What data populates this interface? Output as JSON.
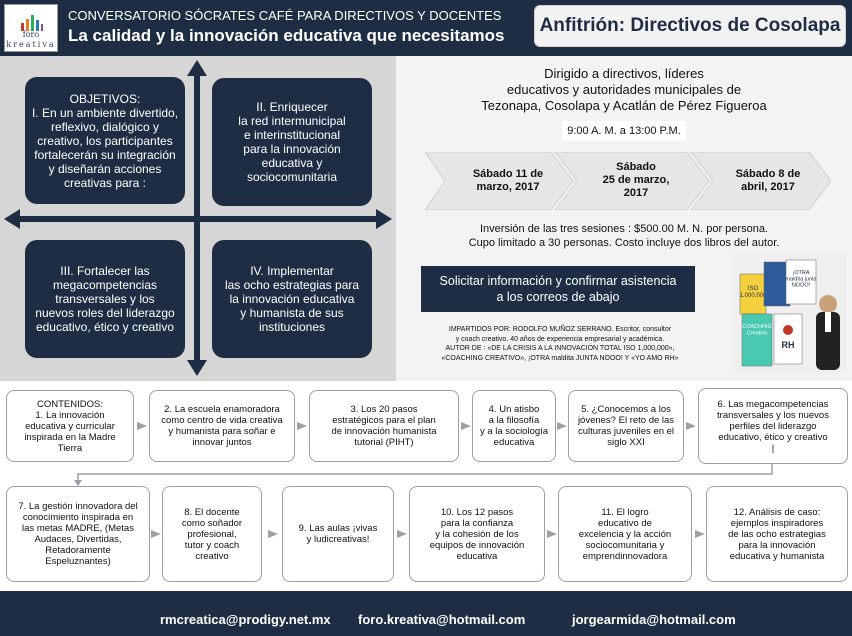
{
  "header": {
    "logo_text_1": "foro",
    "logo_text_2": "kreativa",
    "line1": "CONVERSATORIO  SÓCRATES CAFÉ PARA DIRECTIVOS Y DOCENTES",
    "line2": "La calidad y la innovación educativa que necesitamos",
    "host": "Anfitrión: Directivos de Cosolapa"
  },
  "objectives": [
    "OBJETIVOS:\nI. En un ambiente divertido, reflexivo, dialógico y creativo, los participantes fortalecerán su integración y diseñarán acciones creativas para :",
    "II. Enriquecer\nla red intermunicipal\ne interinstitucional\npara la innovación\neducativa y\nsociocomunitaria",
    "III. Fortalecer las\nmegacompetencias\ntransversales y los\nnuevos roles del liderazgo\neducativo, ético y creativo",
    "IV. Implementar\nlas ocho estrategias para\nla innovación educativa\ny humanista de sus\ninstituciones"
  ],
  "audience": "Dirigido a directivos, líderes\neducativos  y autoridades municipales de\nTezonapa, Cosolapa y Acatlán de Pérez Figueroa",
  "time": "9:00 A. M. a 13:00 P.M.",
  "dates": [
    "Sábado 11 de\nmarzo, 2017",
    "Sábado\n25 de marzo,\n2017",
    "Sábado 8 de\nabril, 2017"
  ],
  "investment": "Inversión de las tres sesiones  : $500.00 M. N. por persona.\nCupo limitado a  30 personas.  Costo incluye dos libros del autor.",
  "request": "Solicitar información y confirmar asistencia\na los correos de abajo",
  "imparted": "IMPARTIDOS POR: RODOLFO MUÑOZ SERRANO. Escritor, consultor\ny  coach creativo. 40 años de experiencia empresarial y académica.\nAUTOR DE : «DE LA CRISIS A LA INNOVACIÓN TOTAL ISO 1,000,000»,\n«COACHING CREATIVO», ¡OTRA maldita JUNTA NOOO! Y «YO AMO RH»",
  "books": {
    "b1": "¡OTRA\nmaldita junta\nNOOO!",
    "b2": "ISO\n1,000,000",
    "b3": "COACHING\nCreativo",
    "b4": "RH"
  },
  "contents": [
    "CONTENIDOS:\n1. La innovación\neducativa y curricular\ninspirada  en la Madre\nTierra",
    "2. La escuela enamoradora\ncomo centro de vida creativa\ny humanista para   soñar e\ninnovar juntos",
    "3. Los 20 pasos\nestratégicos para el plan\nde innovación humanista\ntutorial (PIHT)",
    "4. Un atisbo\na la filosofía\ny a la sociología\neducativa",
    "5. ¿Conocemos a los\njóvenes? El reto de las\nculturas juveniles en el\nsiglo XXI",
    "6. Las megacompetencias\ntransversales  y los nuevos\nperfiles del liderazgo\neducativo, ético y creativo\n|",
    "7. La gestión innovadora del\nconocimiento inspirada  en\nlas metas MADRE, (Metas\nAudaces, Divertidas,\nRetadoramente\nEspeluznantes)",
    "8. El docente\ncomo soñador\nprofesional,\ntutor y coach\ncreativo",
    "9. Las aulas ¡vivas\ny ludicreativas!",
    "10. Los 12 pasos\npara la  confianza\ny la cohesión de  los\nequipos  de innovación\neducativa",
    "11. El logro\neducativo de\nexcelencia y la acción\nsociocomunitaria y\nemprendinnovadora",
    "12. Análisis de caso:\nejemplos  inspiradores\nde  las ocho estrategias\npara    la innovación\neducativa y humanista"
  ],
  "footer": {
    "email1": "rmcreatica@prodigy.net.mx",
    "email2": "foro.kreativa@hotmail.com",
    "email3": "jorgearmida@hotmail.com"
  },
  "colors": {
    "navy": "#1f2d44",
    "panel_gray": "#d6d6d6",
    "chevron_gray": "#e6e6e6"
  }
}
